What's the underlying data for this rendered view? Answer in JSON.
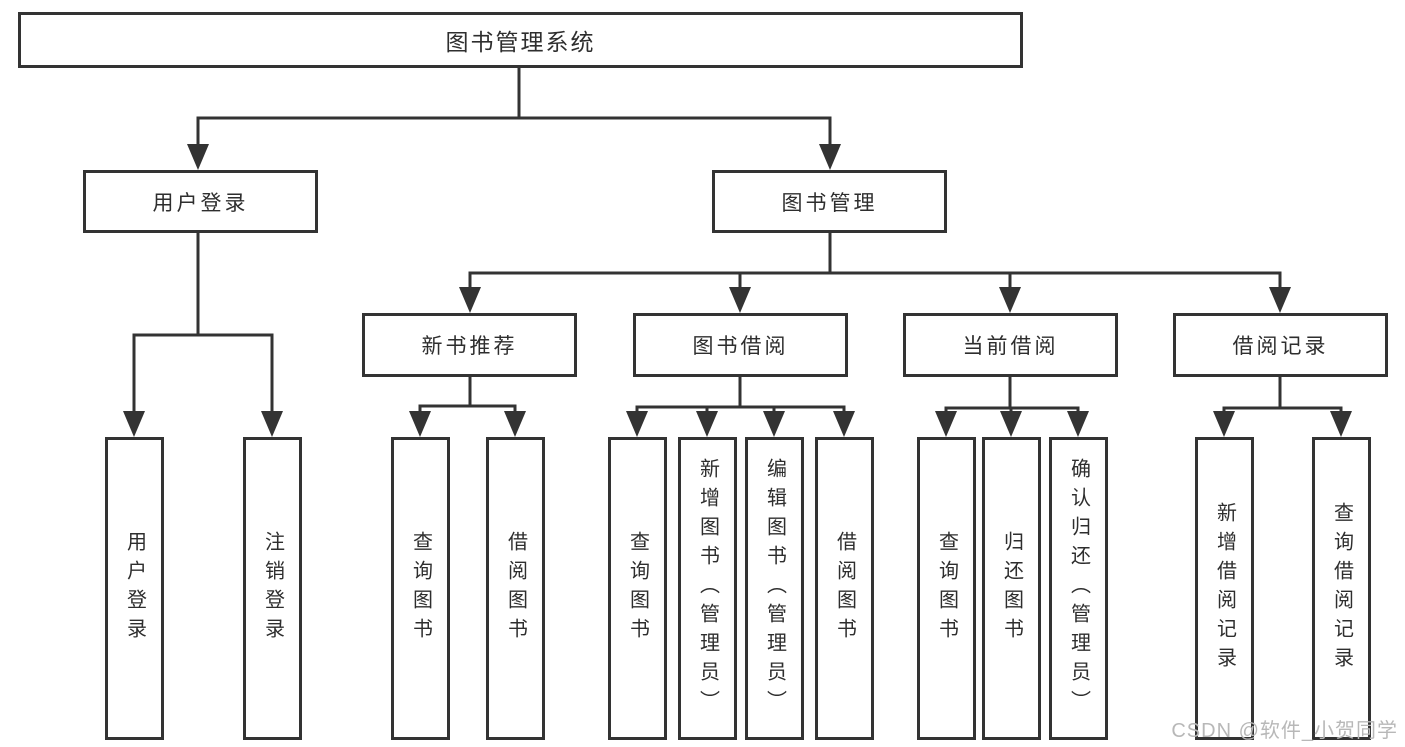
{
  "tree": {
    "label": "图书管理系统",
    "children": [
      {
        "label": "用户登录",
        "children": [
          {
            "label": "用户登录"
          },
          {
            "label": "注销登录"
          }
        ]
      },
      {
        "label": "图书管理",
        "children": [
          {
            "label": "新书推荐",
            "children": [
              {
                "label": "查询图书"
              },
              {
                "label": "借阅图书"
              }
            ]
          },
          {
            "label": "图书借阅",
            "children": [
              {
                "label": "查询图书"
              },
              {
                "label": "新增图书（管理员）"
              },
              {
                "label": "编辑图书（管理员）"
              },
              {
                "label": "借阅图书"
              }
            ]
          },
          {
            "label": "当前借阅",
            "children": [
              {
                "label": "查询图书"
              },
              {
                "label": "归还图书"
              },
              {
                "label": "确认归还（管理员）"
              }
            ]
          },
          {
            "label": "借阅记录",
            "children": [
              {
                "label": "新增借阅记录"
              },
              {
                "label": "查询借阅记录"
              }
            ]
          }
        ]
      }
    ]
  },
  "watermark": "CSDN @软件_小贺同学",
  "colors": {
    "line": "#333333",
    "box_border": "#333333",
    "box_fill": "#ffffff",
    "text": "#2e2e2e",
    "watermark": "#b8b8b8",
    "background": "#ffffff"
  }
}
